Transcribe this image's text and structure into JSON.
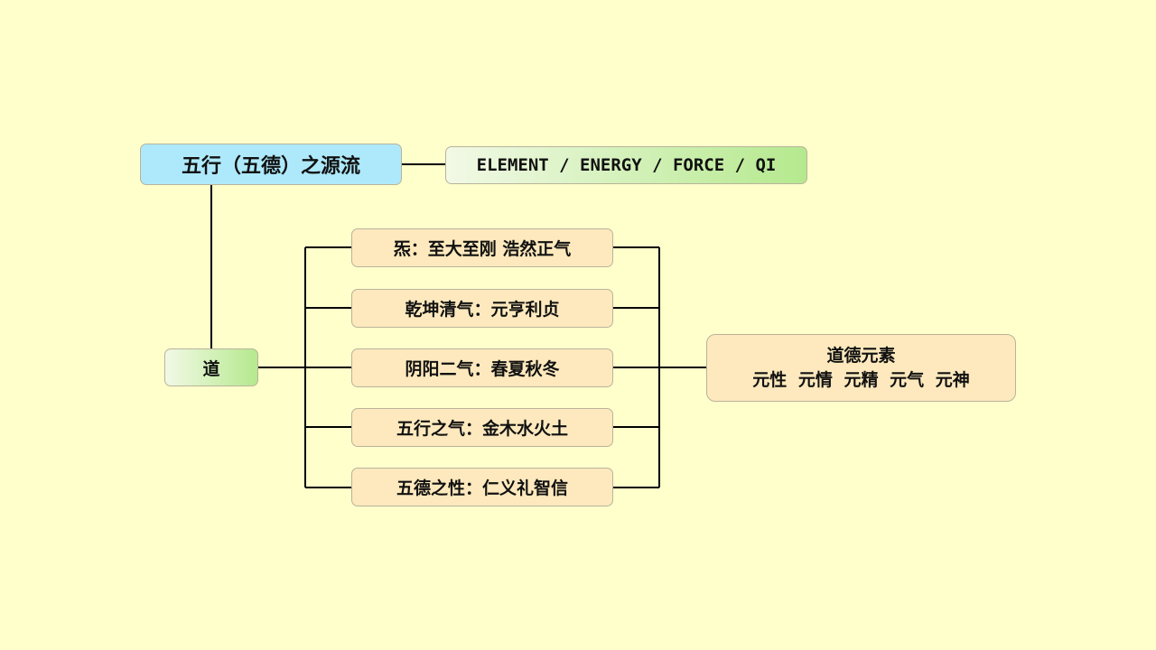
{
  "title": "五行（五德）之源流",
  "subtitle": "ELEMENT / ENERGY / FORCE / QI",
  "root": "道",
  "items": [
    "炁：至大至刚 浩然正气",
    "乾坤清气：元亨利贞",
    "阴阳二气：春夏秋冬",
    "五行之气：金木水火土",
    "五德之性：仁义礼智信"
  ],
  "result": {
    "line1": "道德元素",
    "line2": "元性 元情 元精 元气 元神"
  },
  "colors": {
    "background": "#ffffcc",
    "title_fill": "#aee9fb",
    "item_fill": "#fde9bd",
    "green_end": "#b5e98e"
  }
}
